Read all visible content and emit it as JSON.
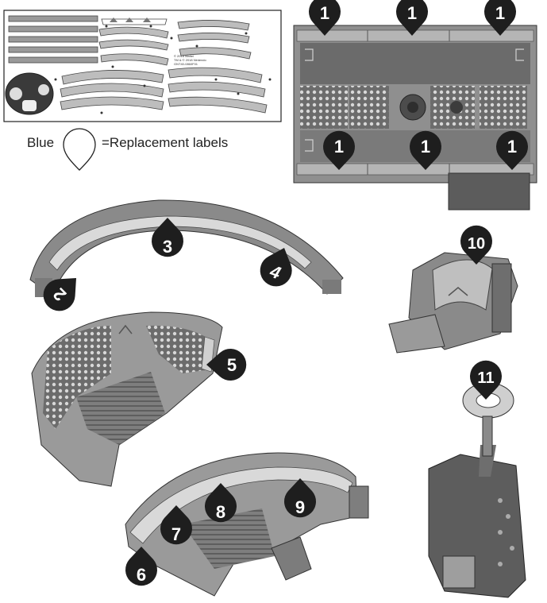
{
  "legend": {
    "color_word": "Blue",
    "equals_label": "=Replacement labels"
  },
  "sticker_sheet": {
    "fine_print_lines": [
      "© 2018 Mattel",
      "TM & © 2018 Nintendo",
      "GNT40-0860F01"
    ]
  },
  "markers": [
    "1",
    "1",
    "1",
    "1",
    "1",
    "1",
    "2",
    "3",
    "4",
    "5",
    "6",
    "7",
    "8",
    "9",
    "10",
    "11"
  ],
  "colors": {
    "marker_fill": "#1e1e1e",
    "marker_text": "#ffffff",
    "part_gray": "#8c8c8c",
    "part_dark": "#5a5a5a",
    "label_light": "#d9d9d9",
    "outline": "#333333"
  }
}
